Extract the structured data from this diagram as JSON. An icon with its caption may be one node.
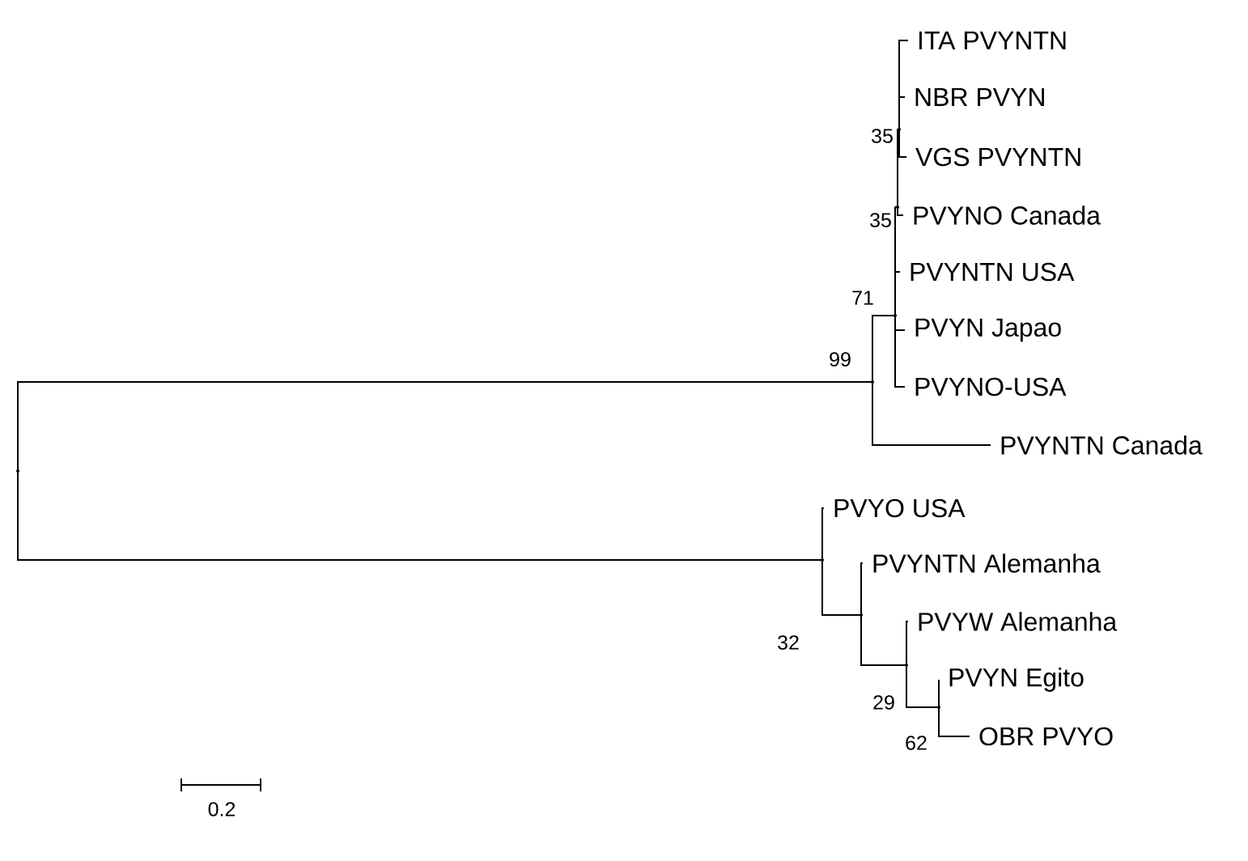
{
  "diagram": {
    "nodes": [
      {
        "text": [],
        "shape": "dot"
      },
      {
        "text": [],
        "shape": "dot",
        "beside": [
          "99"
        ]
      },
      {
        "text": [],
        "shape": "dot",
        "beside": [
          "71"
        ]
      },
      {
        "text": [],
        "shape": "dot",
        "beside": [
          "35"
        ]
      },
      {
        "text": [],
        "shape": "dot",
        "beside": [
          "35"
        ]
      },
      {
        "text": [
          "ITA PVYNTN"
        ]
      },
      {
        "text": [
          "NBR PVYN"
        ]
      },
      {
        "text": [
          "VGS PVYNTN"
        ]
      },
      {
        "text": [
          "PVYNO Canada"
        ]
      },
      {
        "text": [
          "PVYNTN USA"
        ]
      },
      {
        "text": [
          "PVYN Japao"
        ]
      },
      {
        "text": [
          "PVYNO-USA"
        ]
      },
      {
        "text": [
          "PVYNTN Canada"
        ]
      },
      {
        "text": [],
        "shape": "dot"
      },
      {
        "text": [
          "PVYO USA"
        ]
      },
      {
        "text": [],
        "shape": "dot",
        "beside": [
          "32"
        ]
      },
      {
        "text": [
          "PVYNTN Alemanha"
        ]
      },
      {
        "text": [],
        "shape": "dot",
        "beside": [
          "29"
        ]
      },
      {
        "text": [
          "PVYW Alemanha"
        ]
      },
      {
        "text": [],
        "shape": "dot",
        "beside": [
          "62"
        ]
      },
      {
        "text": [
          "PVYN Egito"
        ]
      },
      {
        "text": [
          "OBR PVYO"
        ]
      }
    ],
    "edges": [
      {
        "from": 0,
        "to": 1,
        "arrow": "none"
      },
      {
        "from": 0,
        "to": 13,
        "arrow": "none"
      },
      {
        "from": 1,
        "to": 2,
        "arrow": "none"
      },
      {
        "from": 1,
        "to": 12,
        "arrow": "none"
      },
      {
        "from": 2,
        "to": 3,
        "arrow": "none"
      },
      {
        "from": 2,
        "to": 9,
        "arrow": "none"
      },
      {
        "from": 2,
        "to": 10,
        "arrow": "none"
      },
      {
        "from": 2,
        "to": 11,
        "arrow": "none"
      },
      {
        "from": 3,
        "to": 4,
        "arrow": "none"
      },
      {
        "from": 3,
        "to": 8,
        "arrow": "none"
      },
      {
        "from": 4,
        "to": 5,
        "arrow": "none"
      },
      {
        "from": 4,
        "to": 6,
        "arrow": "none"
      },
      {
        "from": 4,
        "to": 7,
        "arrow": "none"
      },
      {
        "from": 13,
        "to": 14,
        "arrow": "none"
      },
      {
        "from": 13,
        "to": 15,
        "arrow": "none"
      },
      {
        "from": 15,
        "to": 16,
        "arrow": "none"
      },
      {
        "from": 15,
        "to": 17,
        "arrow": "none"
      },
      {
        "from": 17,
        "to": 18,
        "arrow": "none"
      },
      {
        "from": 17,
        "to": 19,
        "arrow": "none"
      },
      {
        "from": 19,
        "to": 20,
        "arrow": "none"
      },
      {
        "from": 19,
        "to": 21,
        "arrow": "none"
      }
    ],
    "labels": [
      "0.2"
    ]
  }
}
